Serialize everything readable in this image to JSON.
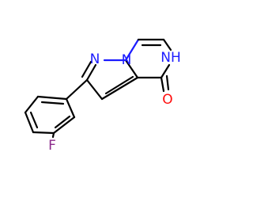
{
  "molecule": {
    "atoms": {
      "n1": "N",
      "n_bridge": "N",
      "nh": "NH",
      "o": "O",
      "f": "F"
    },
    "colors": {
      "carbon_bond": "#000000",
      "nitrogen": "#1c1cff",
      "oxygen": "#ff0d0d",
      "fluorine": "#8b2a8b"
    }
  }
}
